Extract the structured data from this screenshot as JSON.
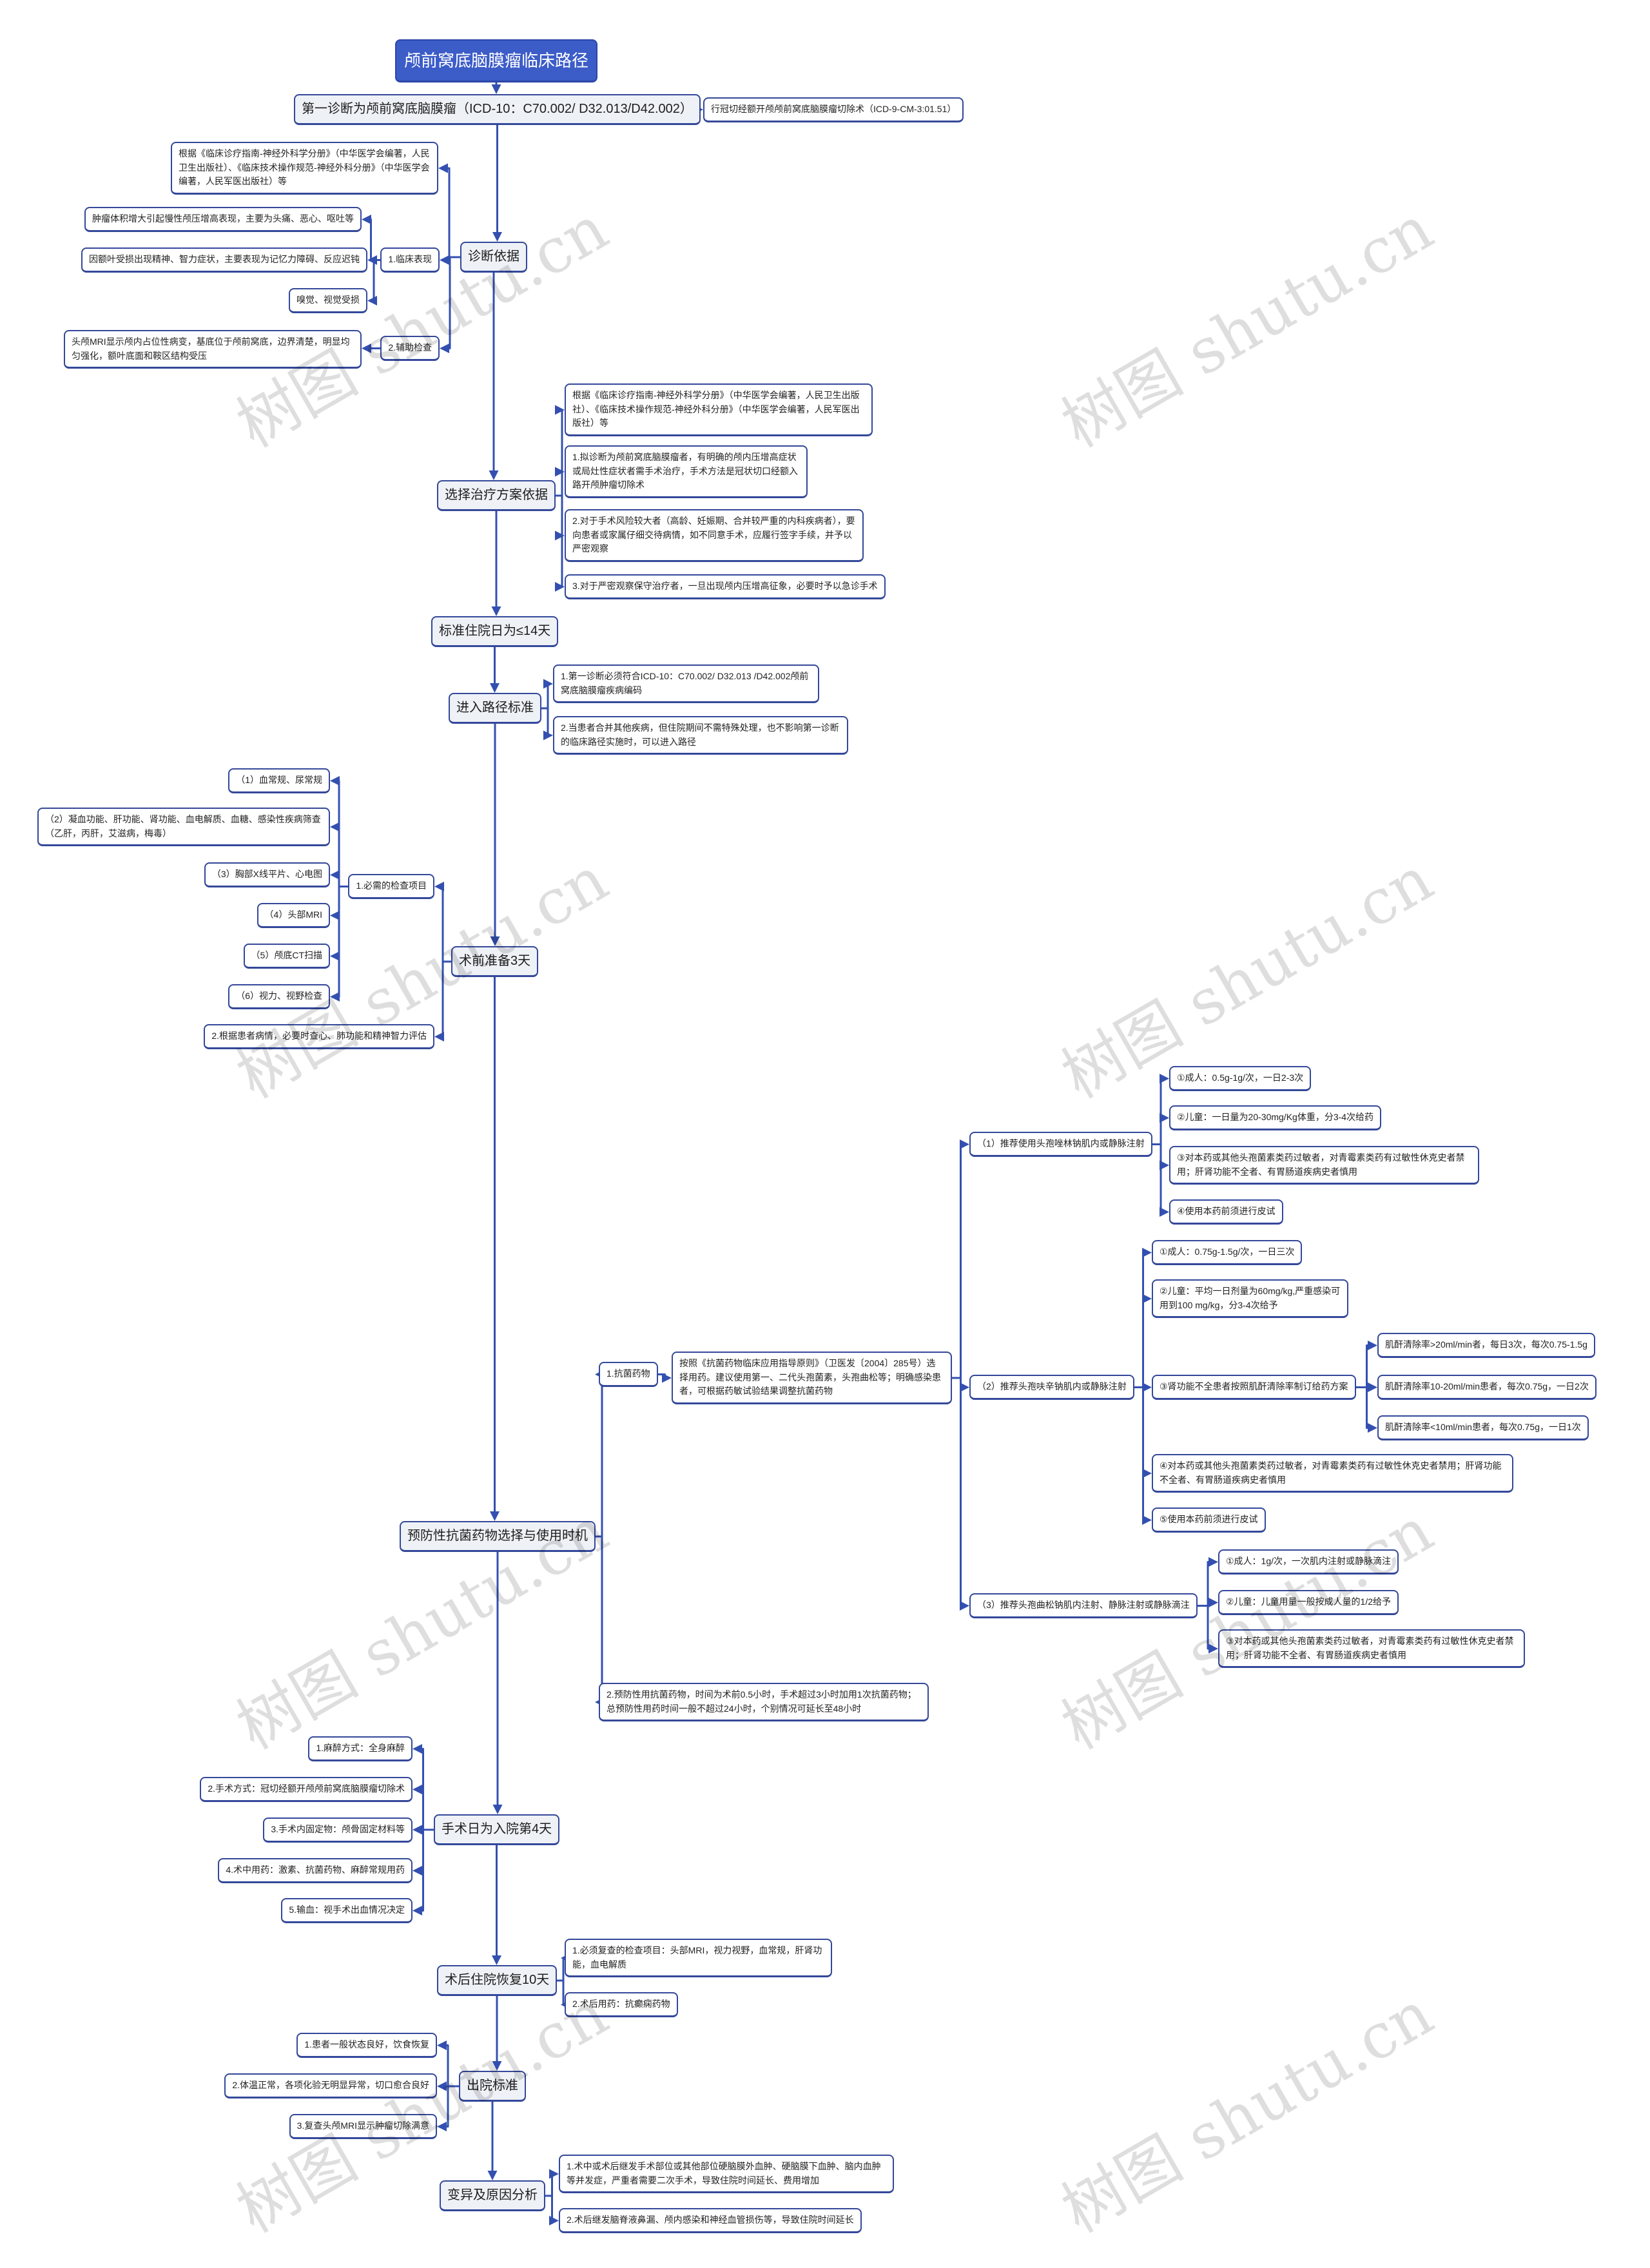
{
  "title": "颅前窝底脑膜瘤临床路径",
  "watermark": "树图 shutu.cn",
  "colors": {
    "title_bg": "#3c5cc8",
    "border": "#34489a",
    "connector": "#3350b0",
    "main_bg": "#eef1f6"
  },
  "first_diagnosis": {
    "label": "第一诊断为颅前窝底脑膜瘤（ICD-10：C70.002/ D32.013/D42.002）",
    "procedure": "行冠切经额开颅颅前窝底脑膜瘤切除术（ICD-9-CM-3:01.51）"
  },
  "diagnosis_basis": {
    "label": "诊断依据",
    "reference": "根据《临床诊疗指南-神经外科学分册》（中华医学会编著，人民卫生出版社）、《临床技术操作规范-神经外科分册》（中华医学会编著，人民军医出版社）等",
    "clinical": {
      "label": "1.临床表现",
      "items": [
        "肿瘤体积增大引起慢性颅压增高表现，主要为头痛、恶心、呕吐等",
        "因额叶受损出现精神、智力症状，主要表现为记忆力障碍、反应迟钝",
        "嗅觉、视觉受损"
      ]
    },
    "auxiliary": {
      "label": "2.辅助检查",
      "items": [
        "头颅MRI显示颅内占位性病变，基底位于颅前窝底，边界清楚，明显均匀强化，额叶底面和鞍区结构受压"
      ]
    }
  },
  "treatment_basis": {
    "label": "选择治疗方案依据",
    "items": [
      "根据《临床诊疗指南-神经外科学分册》（中华医学会编著，人民卫生出版社）、《临床技术操作规范-神经外科分册》（中华医学会编著，人民军医出版社）等",
      "1.拟诊断为颅前窝底脑膜瘤者，有明确的颅内压增高症状或局灶性症状者需手术治疗，手术方法是冠状切口经额入路开颅肿瘤切除术",
      "2.对于手术风险较大者（高龄、妊娠期、合并较严重的内科疾病者），要向患者或家属仔细交待病情，如不同意手术，应履行签字手续，并予以严密观察",
      "3.对于严密观察保守治疗者，一旦出现颅内压增高征象，必要时予以急诊手术"
    ]
  },
  "stay": {
    "label": "标准住院日为≤14天"
  },
  "entry": {
    "label": "进入路径标准",
    "items": [
      "1.第一诊断必须符合ICD-10：C70.002/ D32.013 /D42.002颅前窝底脑膜瘤疾病编码",
      "2.当患者合并其他疾病，但住院期间不需特殊处理，也不影响第一诊断的临床路径实施时，可以进入路径"
    ]
  },
  "preop": {
    "label": "术前准备3天",
    "required": {
      "label": "1.必需的检查项目",
      "items": [
        "（1）血常规、尿常规",
        "（2）凝血功能、肝功能、肾功能、血电解质、血糖、感染性疾病筛查（乙肝，丙肝，艾滋病，梅毒）",
        "（3）胸部X线平片、心电图",
        "（4）头部MRI",
        "（5）颅底CT扫描",
        "（6）视力、视野检查"
      ]
    },
    "optional": "2.根据患者病情，必要时查心、肺功能和精神智力评估"
  },
  "antibiotics": {
    "label": "预防性抗菌药物选择与使用时机",
    "drugs": {
      "label": "1.抗菌药物",
      "guideline": "按照《抗菌药物临床应用指导原则》（卫医发〔2004〕285号）选择用药。建议使用第一、二代头孢菌素，头孢曲松等；明确感染患者，可根据药敏试验结果调整抗菌药物",
      "options": [
        {
          "label": "（1）推荐使用头孢唑林钠肌内或静脉注射",
          "items": [
            "①成人：0.5g-1g/次，一日2-3次",
            "②儿童：一日量为20-30mg/Kg体重，分3-4次给药",
            "③对本药或其他头孢菌素类药过敏者，对青霉素类药有过敏性休克史者禁用；肝肾功能不全者、有胃肠道疾病史者慎用",
            "④使用本药前须进行皮试"
          ]
        },
        {
          "label": "（2）推荐头孢呋辛钠肌内或静脉注射",
          "items": [
            "①成人：0.75g-1.5g/次，一日三次",
            "②儿童：平均一日剂量为60mg/kg,严重感染可用到100 mg/kg，分3-4次给予",
            "③肾功能不全患者按照肌酐清除率制订给药方案",
            "④对本药或其他头孢菌素类药过敏者，对青霉素类药有过敏性休克史者禁用；肝肾功能不全者、有胃肠道疾病史者慎用",
            "⑤使用本药前须进行皮试"
          ],
          "renal": [
            "肌酐清除率>20ml/min者，每日3次，每次0.75-1.5g",
            "肌酐清除率10-20ml/min患者，每次0.75g，一日2次",
            "肌酐清除率<10ml/min患者，每次0.75g，一日1次"
          ]
        },
        {
          "label": "（3）推荐头孢曲松钠肌内注射、静脉注射或静脉滴注",
          "items": [
            "①成人：1g/次，一次肌内注射或静脉滴注",
            "②儿童：儿童用量一般按成人量的1/2给予",
            "③对本药或其他头孢菌素类药过敏者，对青霉素类药有过敏性休克史者禁用；肝肾功能不全者、有胃肠道疾病史者慎用"
          ]
        }
      ]
    },
    "timing": "2.预防性用抗菌药物，时间为术前0.5小时，手术超过3小时加用1次抗菌药物；总预防性用药时间一般不超过24小时，个别情况可延长至48小时"
  },
  "surgery": {
    "label": "手术日为入院第4天",
    "items": [
      "1.麻醉方式：全身麻醉",
      "2.手术方式：冠切经额开颅颅前窝底脑膜瘤切除术",
      "3.手术内固定物：颅骨固定材料等",
      "4.术中用药：激素、抗菌药物、麻醉常规用药",
      "5.输血：视手术出血情况决定"
    ]
  },
  "postop": {
    "label": "术后住院恢复10天",
    "items": [
      "1.必须复查的检查项目：头部MRI，视力视野，血常规，肝肾功能，血电解质",
      "2.术后用药：抗癫痫药物"
    ]
  },
  "discharge": {
    "label": "出院标准",
    "items": [
      "1.患者一般状态良好，饮食恢复",
      "2.体温正常，各项化验无明显异常，切口愈合良好",
      "3.复查头颅MRI显示肿瘤切除满意"
    ]
  },
  "variation": {
    "label": "变异及原因分析",
    "items": [
      "1.术中或术后继发手术部位或其他部位硬脑膜外血肿、硬脑膜下血肿、脑内血肿等并发症，严重者需要二次手术，导致住院时间延长、费用增加",
      "2.术后继发脑脊液鼻漏、颅内感染和神经血管损伤等，导致住院时间延长"
    ]
  }
}
